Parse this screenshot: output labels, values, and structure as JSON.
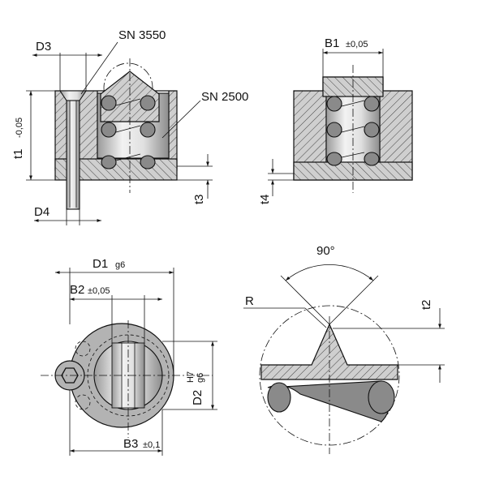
{
  "labels": {
    "d3": "D3",
    "sn3550": "SN 3550",
    "sn2500": "SN 2500",
    "t1": "t1",
    "t1_tol": "-0,05",
    "d4": "D4",
    "t3": "t3",
    "b1": "B1",
    "b1_tol": "±0,05",
    "t4": "t4",
    "d1": "D1",
    "d1_fit": "g6",
    "b2": "B2",
    "b2_tol": "±0,05",
    "d2": "D2",
    "d2_fit": "g6",
    "d2_fit_top": "H7",
    "b3": "B3",
    "b3_tol": "±0,1",
    "angle": "90°",
    "r": "R",
    "t2": "t2"
  }
}
